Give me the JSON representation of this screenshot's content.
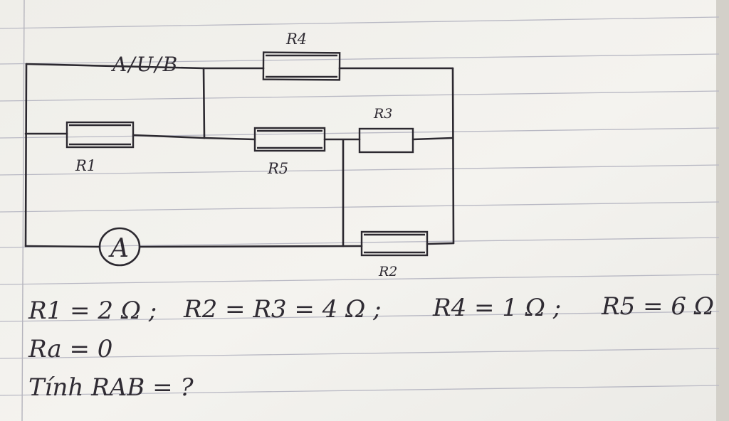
{
  "diagram": {
    "node_label": "A/U/B",
    "resistors": {
      "r1": "R1",
      "r2": "R2",
      "r3": "R3",
      "r4": "R4",
      "r5": "R5"
    },
    "ammeter_label": "A"
  },
  "problem": {
    "line1_r1": "R1 = 2 Ω ;",
    "line1_r2r3": "R2 = R3 = 4 Ω ;",
    "line1_r4": "R4 = 1 Ω ;",
    "line1_r5": "R5 = 6 Ω",
    "line2": "Ra = 0",
    "line3": "Tính  RAB = ?"
  },
  "colors": {
    "paper": "#f3f2ee",
    "ink": "#2c2930",
    "rule": "#b9b9c4"
  }
}
